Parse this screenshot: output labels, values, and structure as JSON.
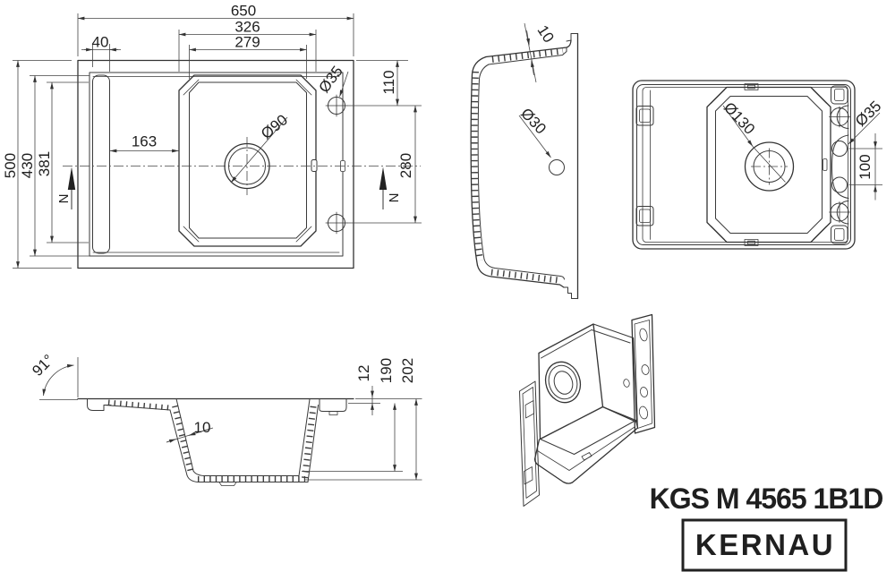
{
  "colors": {
    "line": "#333333",
    "text": "#1f1f1f",
    "background": "#ffffff"
  },
  "views": {
    "top_view": {
      "d650": "650",
      "d326": "326",
      "d279": "279",
      "d40": "40",
      "d500": "500",
      "d430": "430",
      "d381": "381",
      "d163": "163",
      "d110": "110",
      "d280": "280",
      "dia90": "Ø90",
      "dia35": "Ø35",
      "north_left": "N",
      "north_right": "N"
    },
    "edge_section": {
      "d10": "10",
      "dia30": "Ø30"
    },
    "bottom_view": {
      "dia130": "Ø130",
      "dia35": "Ø35",
      "d100": "100"
    },
    "profile_section": {
      "angle91": "91°",
      "d12": "12",
      "d190": "190",
      "d202": "202",
      "d10": "10"
    },
    "footer": {
      "model": "KGS M 4565 1B1D",
      "brand": "KERNAU"
    }
  }
}
